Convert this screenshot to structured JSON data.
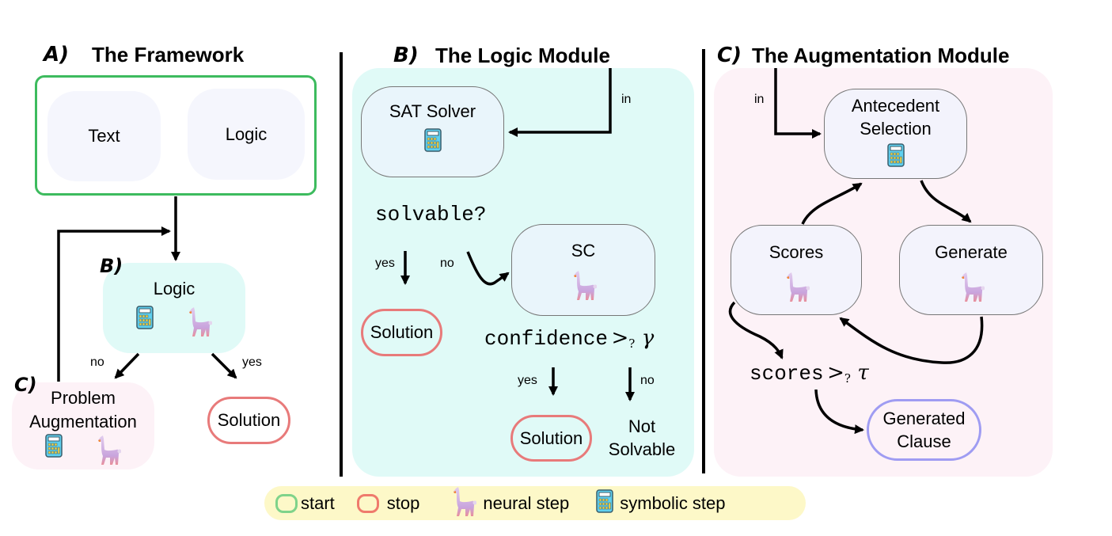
{
  "sections": {
    "framework": {
      "letter": "A)",
      "title": "The Framework"
    },
    "logic": {
      "letter": "B)",
      "title": "The Logic Module"
    },
    "augmentation": {
      "letter": "C)",
      "title": "The Augmentation Module"
    }
  },
  "framework": {
    "input_boxes": [
      "Text",
      "Logic"
    ],
    "logic_node": {
      "letter": "B)",
      "label": "Logic"
    },
    "augment_node": {
      "letter": "C)",
      "label_line1": "Problem",
      "label_line2": "Augmentation"
    },
    "edge_no": "no",
    "edge_yes": "yes",
    "solution": "Solution"
  },
  "logic_module": {
    "in_label": "in",
    "sat_solver": "SAT Solver",
    "solvable_test": "solvable?",
    "yes": "yes",
    "no": "no",
    "solution_1": "Solution",
    "sc": "SC",
    "confidence_test": "confidence",
    "comparator": ">",
    "comparator_sub": "?",
    "gamma": "γ",
    "yes_2": "yes",
    "no_2": "no",
    "solution_2": "Solution",
    "not_solvable_line1": "Not",
    "not_solvable_line2": "Solvable"
  },
  "augmentation_module": {
    "in_label": "in",
    "antecedent_line1": "Antecedent",
    "antecedent_line2": "Selection",
    "scores": "Scores",
    "generate": "Generate",
    "scores_test": "scores",
    "comparator": ">",
    "comparator_sub": "?",
    "tau": "τ",
    "generated_line1": "Generated",
    "generated_line2": "Clause"
  },
  "legend": {
    "start": "start",
    "stop": "stop",
    "neural": "neural step",
    "symbolic": "symbolic step"
  },
  "colors": {
    "start": "#6cc97a",
    "stop": "#e87a7a",
    "generated": "#9f9cf2",
    "logic_panel": "#e0faf7",
    "augment_panel": "#fdf2f7",
    "node_fill": "#f5f6fd",
    "legend_bg": "#fdf8c8"
  }
}
